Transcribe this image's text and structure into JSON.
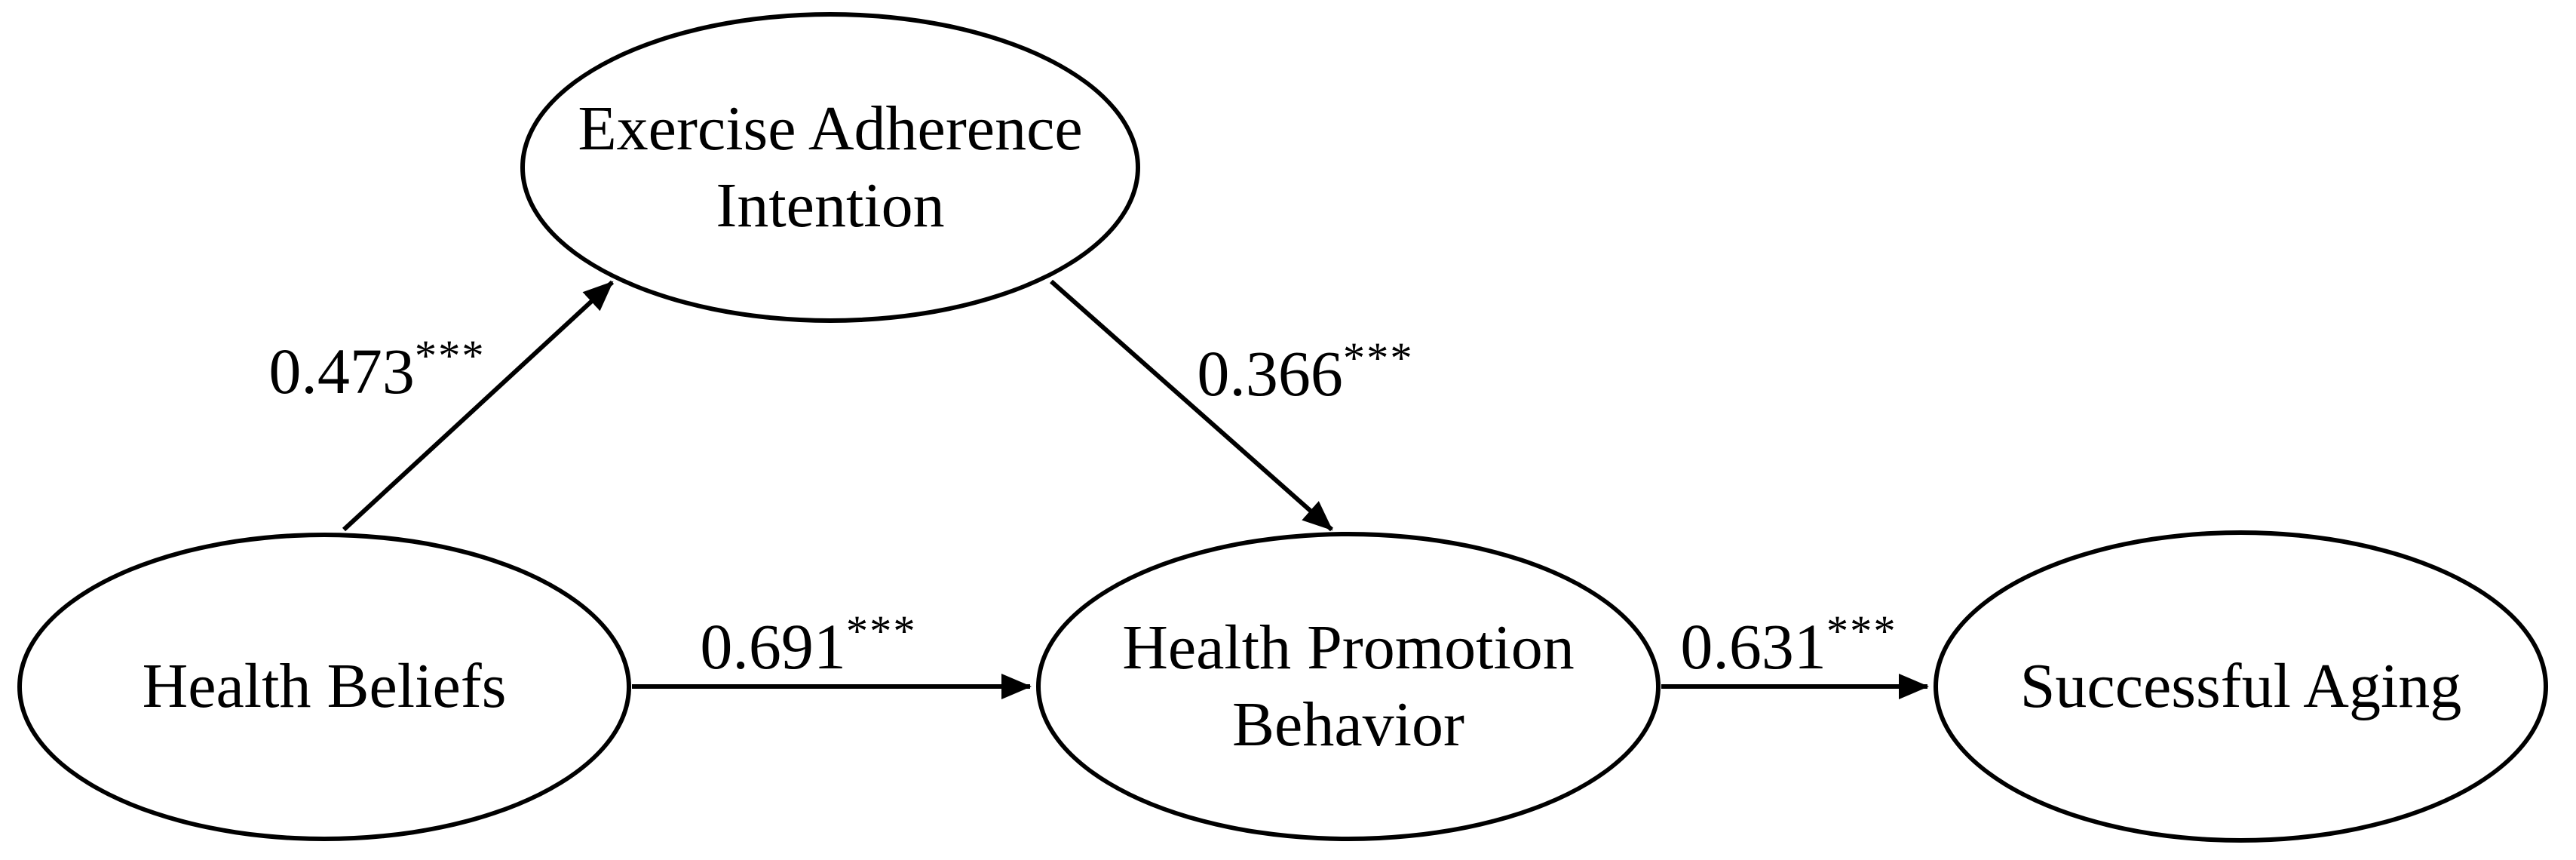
{
  "diagram": {
    "type": "sem-path-diagram",
    "colors": {
      "stroke": "#000000",
      "background": "#ffffff",
      "text": "#000000"
    },
    "nodes": [
      {
        "id": "exercise-adherence-intention",
        "label": "Exercise Adherence Intention",
        "lines": [
          "Exercise Adherence",
          "Intention"
        ]
      },
      {
        "id": "health-beliefs",
        "label": "Health Beliefs",
        "lines": [
          "Health Beliefs"
        ]
      },
      {
        "id": "health-promotion-behavior",
        "label": "Health Promotion Behavior",
        "lines": [
          "Health Promotion",
          "Behavior"
        ]
      },
      {
        "id": "successful-aging",
        "label": "Successful Aging",
        "lines": [
          "Successful Aging"
        ]
      }
    ],
    "paths": [
      {
        "from": "health-beliefs",
        "to": "exercise-adherence-intention",
        "coefficient": "0.473",
        "significance": "***"
      },
      {
        "from": "exercise-adherence-intention",
        "to": "health-promotion-behavior",
        "coefficient": "0.366",
        "significance": "***"
      },
      {
        "from": "health-beliefs",
        "to": "health-promotion-behavior",
        "coefficient": "0.691",
        "significance": "***"
      },
      {
        "from": "health-promotion-behavior",
        "to": "successful-aging",
        "coefficient": "0.631",
        "significance": "***"
      }
    ]
  }
}
